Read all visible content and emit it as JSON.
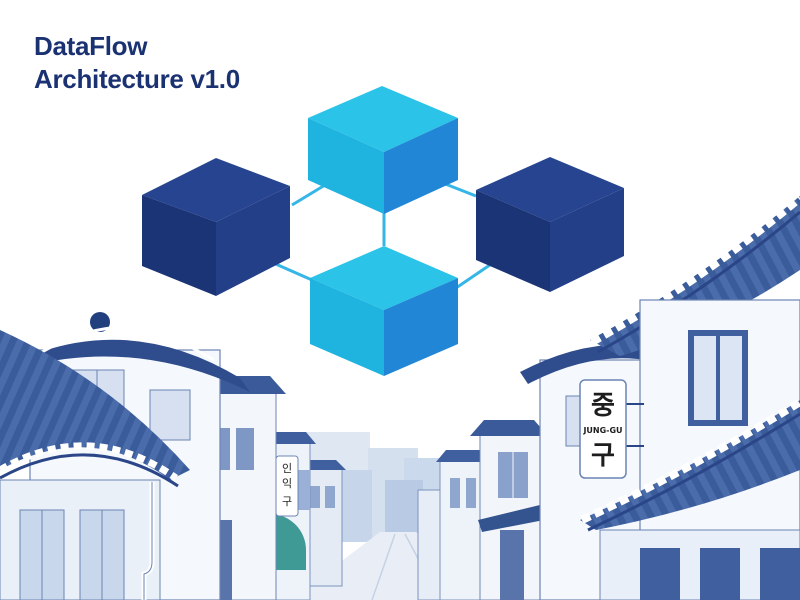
{
  "title": {
    "line1": "DataFlow",
    "line2": "Architecture v1.0"
  },
  "signs": {
    "right_top_char": "중",
    "right_sub_label": "JUNG-GU",
    "right_bottom_char": "구",
    "left_vertical_chars": [
      "인",
      "익",
      "구"
    ]
  },
  "colors": {
    "title": "#1b3272",
    "cube_dark_top": "#26448f",
    "cube_dark_left": "#1a3476",
    "cube_dark_right": "#233f88",
    "cube_light_top": "#2bc3e8",
    "cube_light_left": "#1fb4e0",
    "cube_light_right": "#2186d6",
    "connector": "#35b6e6",
    "roof_blue": "#3d5e9c",
    "wall_light": "#eef2f9"
  },
  "icons": [
    "blue-cube-icon",
    "connector-line-icon"
  ]
}
